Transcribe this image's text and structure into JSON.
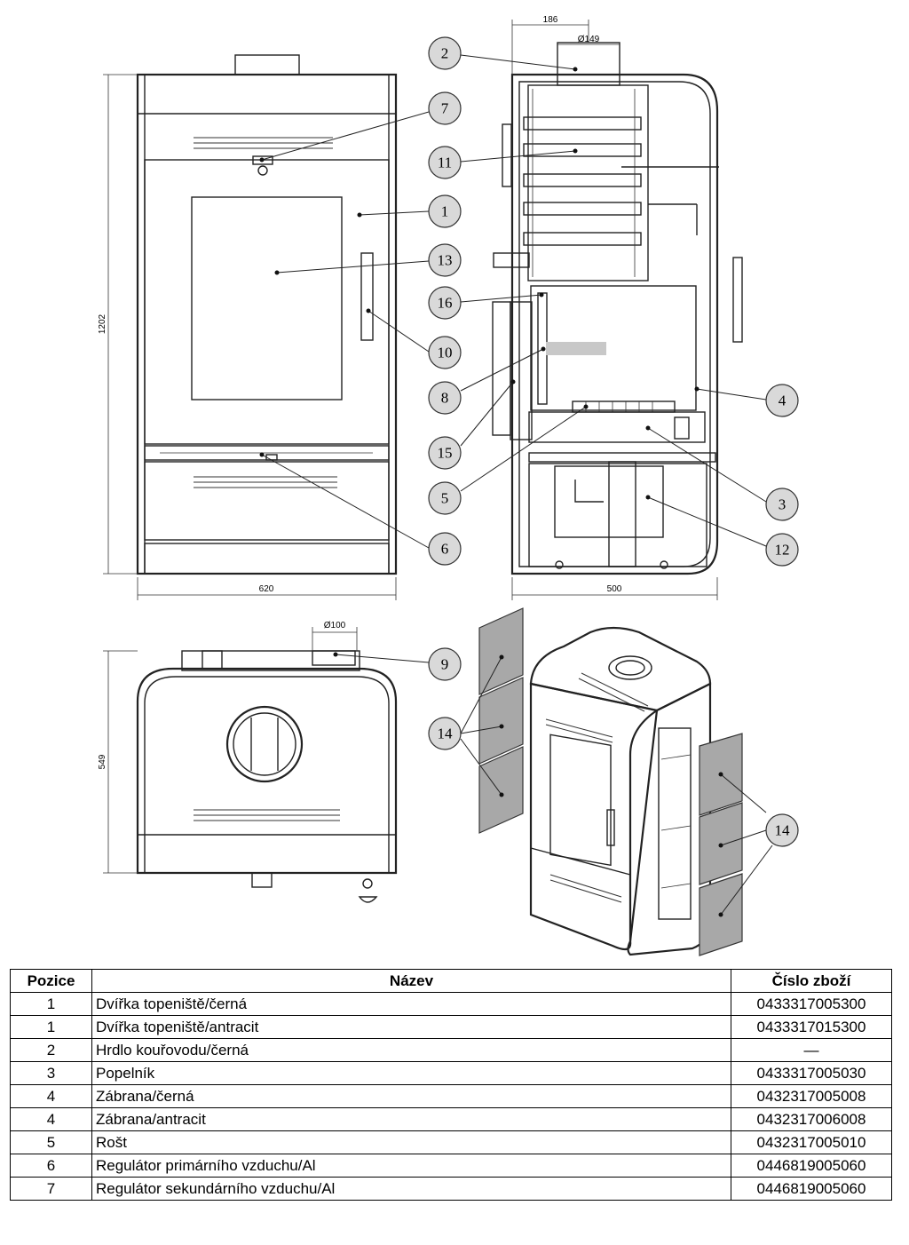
{
  "dimensions": {
    "height": "1202",
    "width_front": "620",
    "depth_side": "500",
    "flue_offset": "186",
    "flue_diameter": "Ø149",
    "air_inlet_diameter": "Ø100",
    "depth_top": "549"
  },
  "callouts": [
    "1",
    "2",
    "3",
    "4",
    "5",
    "6",
    "7",
    "8",
    "9",
    "10",
    "11",
    "12",
    "13",
    "14",
    "15",
    "16"
  ],
  "table": {
    "headers": {
      "position": "Pozice",
      "name": "Název",
      "part_number": "Číslo zboží"
    },
    "rows": [
      {
        "position": "1",
        "name": "Dvířka topeniště/černá",
        "part_number": "0433317005300"
      },
      {
        "position": "1",
        "name": "Dvířka topeniště/antracit",
        "part_number": "0433317015300"
      },
      {
        "position": "2",
        "name": "Hrdlo kouřovodu/černá",
        "part_number": "—"
      },
      {
        "position": "3",
        "name": "Popelník",
        "part_number": "0433317005030"
      },
      {
        "position": "4",
        "name": "Zábrana/černá",
        "part_number": "0432317005008"
      },
      {
        "position": "4",
        "name": "Zábrana/antracit",
        "part_number": "0432317006008"
      },
      {
        "position": "5",
        "name": "Rošt",
        "part_number": "0432317005010"
      },
      {
        "position": "6",
        "name": "Regulátor primárního vzduchu/Al",
        "part_number": "0446819005060"
      },
      {
        "position": "7",
        "name": "Regulátor sekundárního vzduchu/Al",
        "part_number": "0446819005060"
      }
    ]
  }
}
